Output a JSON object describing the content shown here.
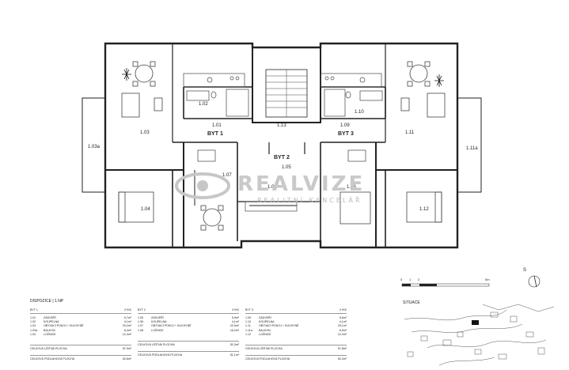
{
  "rooms": {
    "r101": "1.01",
    "r102": "1.02",
    "r103": "1.03",
    "r103a": "1.03a",
    "r104": "1.04",
    "r105": "1.05",
    "r106": "1.06",
    "r107": "1.07",
    "r108": "1.08",
    "r109": "1.09",
    "r110": "1.10",
    "r111": "1.11",
    "r111a": "1.11a",
    "r112": "1.12",
    "r113": "1.13"
  },
  "apartments": {
    "byt1": "BYT 1",
    "byt2": "BYT 2",
    "byt3": "BYT 3"
  },
  "watermark": {
    "brand": "REALVIZE",
    "tagline": "REALITNÍ KANCELÁŘ"
  },
  "scale": {
    "t0": "0",
    "t1": "1",
    "t2": "2",
    "t5": "5m",
    "north": "S"
  },
  "legend": {
    "title": "DISPOZICE | 1.NP",
    "columns": [
      {
        "name": "BYT 1",
        "type": "2+KK",
        "rows": [
          {
            "code": "1.01",
            "name": "ZÁDVEŘÍ",
            "area": "5,7m²"
          },
          {
            "code": "1.02",
            "name": "KOUPELNA",
            "area": "4,1m²"
          },
          {
            "code": "1.03",
            "name": "OBÝVACÍ POKOJ + KUCHYNĚ",
            "area": "29,2m²"
          },
          {
            "code": "1.03a",
            "name": "BALKON",
            "area": "6,4m²"
          },
          {
            "code": "1.04",
            "name": "LOŽNICE",
            "area": "12,3m²"
          }
        ],
        "total_label": "CELKOVÁ UŽITNÁ PLOCHA",
        "total": "57,9m²",
        "floor_label": "CELKOVÁ PODLAHOVÁ PLOCHA",
        "floor": "52,6m²"
      },
      {
        "name": "BYT 2",
        "type": "2+KK",
        "rows": [
          {
            "code": "1.05",
            "name": "ZÁDVEŘÍ",
            "area": "5,9m²"
          },
          {
            "code": "1.06",
            "name": "KOUPELNA",
            "area": "4,1m²"
          },
          {
            "code": "1.07",
            "name": "OBÝVACÍ POKOJ + KUCHYNĚ",
            "area": "22,9m²"
          },
          {
            "code": "1.08",
            "name": "LOŽNICE",
            "area": "16,2m²"
          }
        ],
        "total_label": "CELKOVÁ UŽITNÁ PLOCHA",
        "total": "51,0m²",
        "floor_label": "CELKOVÁ PODLAHOVÁ PLOCHA",
        "floor": "51,1m²"
      },
      {
        "name": "BYT 3",
        "type": "2+KK",
        "rows": [
          {
            "code": "1.09",
            "name": "ZÁDVEŘÍ",
            "area": "5,6m²"
          },
          {
            "code": "1.10",
            "name": "KOUPELNA",
            "area": "4,1m²"
          },
          {
            "code": "1.11",
            "name": "OBÝVACÍ POKOJ + KUCHYNĚ",
            "area": "29,1m²"
          },
          {
            "code": "1.11a",
            "name": "BALKON",
            "area": "6,9m²"
          },
          {
            "code": "1.12",
            "name": "LOŽNICE",
            "area": "12,2m²"
          }
        ],
        "total_label": "CELKOVÁ UŽITNÁ PLOCHA",
        "total": "57,8m²",
        "floor_label": "CELKOVÁ PODLAHOVÁ PLOCHA",
        "floor": "52,3m²"
      }
    ]
  },
  "situation": {
    "title": "SITUACE"
  }
}
